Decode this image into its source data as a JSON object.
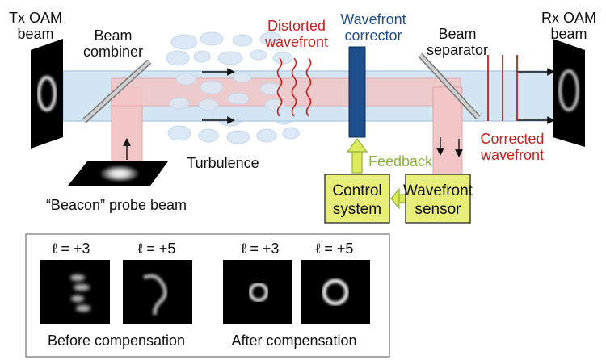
{
  "labels": {
    "tx_line1": "Tx OAM",
    "tx_line2": "beam",
    "combiner_line1": "Beam",
    "combiner_line2": "combiner",
    "distorted_line1": "Distorted",
    "distorted_line2": "wavefront",
    "corrector_line1": "Wavefront",
    "corrector_line2": "corrector",
    "separator_line1": "Beam",
    "separator_line2": "separator",
    "rx_line1": "Rx OAM",
    "rx_line2": "beam",
    "corrected_line1": "Corrected",
    "corrected_line2": "wavefront",
    "feedback": "Feedback",
    "turbulence": "Turbulence",
    "beacon": "“Beacon” probe beam"
  },
  "boxes": {
    "control_line1": "Control",
    "control_line2": "system",
    "sensor_line1": "Wavefront",
    "sensor_line2": "sensor"
  },
  "inset": {
    "before_l1": "ℓ = +3",
    "before_l2": "ℓ = +5",
    "after_l1": "ℓ = +3",
    "after_l2": "ℓ = +5",
    "before_caption": "Before compensation",
    "after_caption": "After compensation"
  },
  "colors": {
    "beam_blue": "#d3e4f3",
    "beacon_pink": "#f2c6c6",
    "corrector": "#1e4f8c",
    "box_fill": "#e8ee7a",
    "feedback_green": "#8db33a",
    "wavefront_red": "#c8201c"
  }
}
